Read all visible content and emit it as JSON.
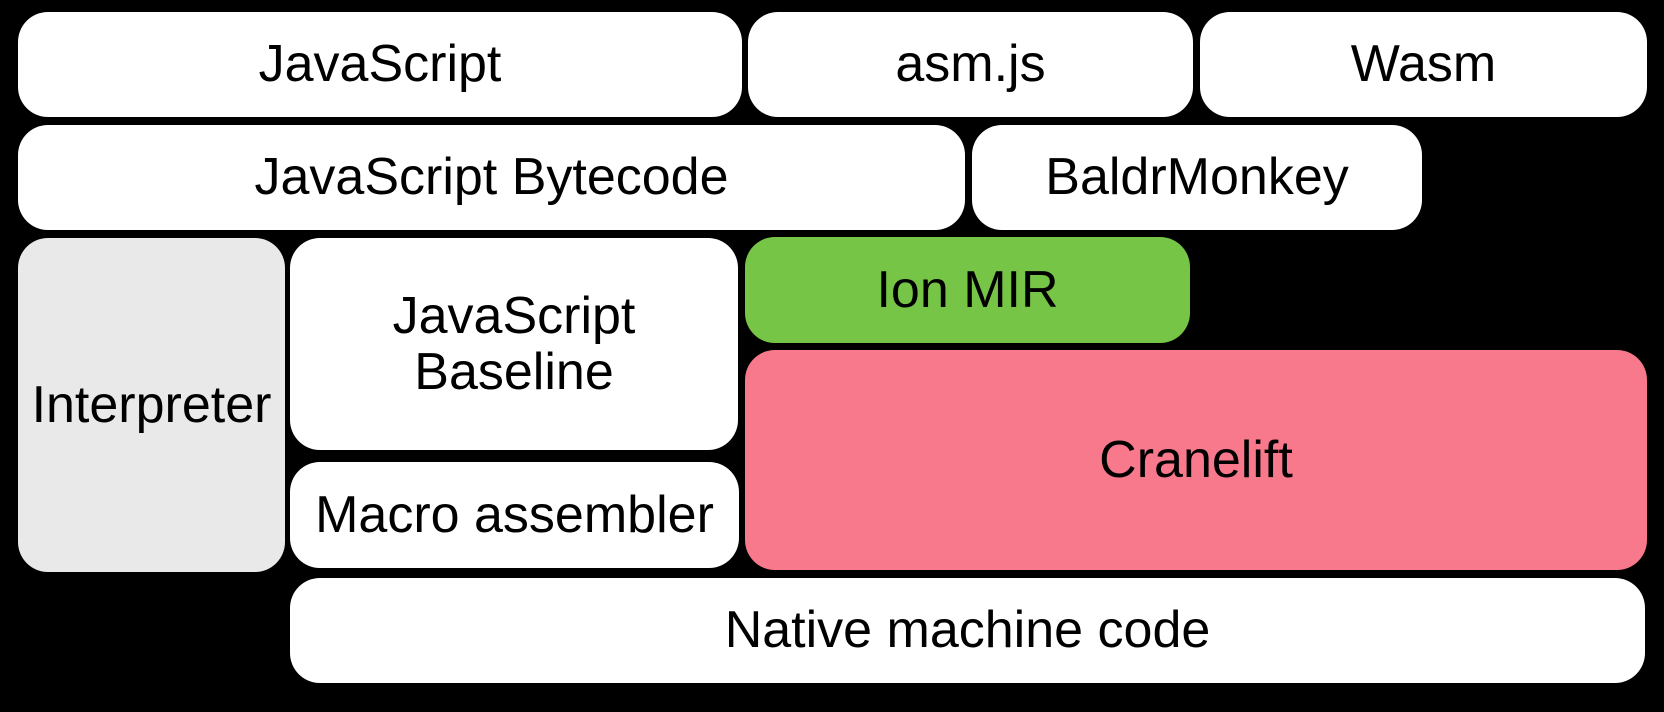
{
  "diagram": {
    "background_color": "#000000",
    "text_color": "#000000",
    "colors": {
      "default_box": "#ffffff",
      "interpreter_box": "#e9e9e9",
      "ion_mir_box": "#76c546",
      "cranelift_box": "#f7798b"
    },
    "nodes": {
      "javascript": {
        "label": "JavaScript",
        "color": "#ffffff"
      },
      "asmjs": {
        "label": "asm.js",
        "color": "#ffffff"
      },
      "wasm": {
        "label": "Wasm",
        "color": "#ffffff"
      },
      "js_bytecode": {
        "label": "JavaScript Bytecode",
        "color": "#ffffff"
      },
      "baldrmonkey": {
        "label": "BaldrMonkey",
        "color": "#ffffff"
      },
      "interpreter": {
        "label": "Interpreter",
        "color": "#e9e9e9"
      },
      "js_baseline": {
        "label": "JavaScript Baseline",
        "color": "#ffffff"
      },
      "ion_mir": {
        "label": "Ion MIR",
        "color": "#76c546"
      },
      "cranelift": {
        "label": "Cranelift",
        "color": "#f7798b"
      },
      "macro_assembler": {
        "label": "Macro assembler",
        "color": "#ffffff"
      },
      "native_machine_code": {
        "label": "Native machine code",
        "color": "#ffffff"
      }
    }
  }
}
